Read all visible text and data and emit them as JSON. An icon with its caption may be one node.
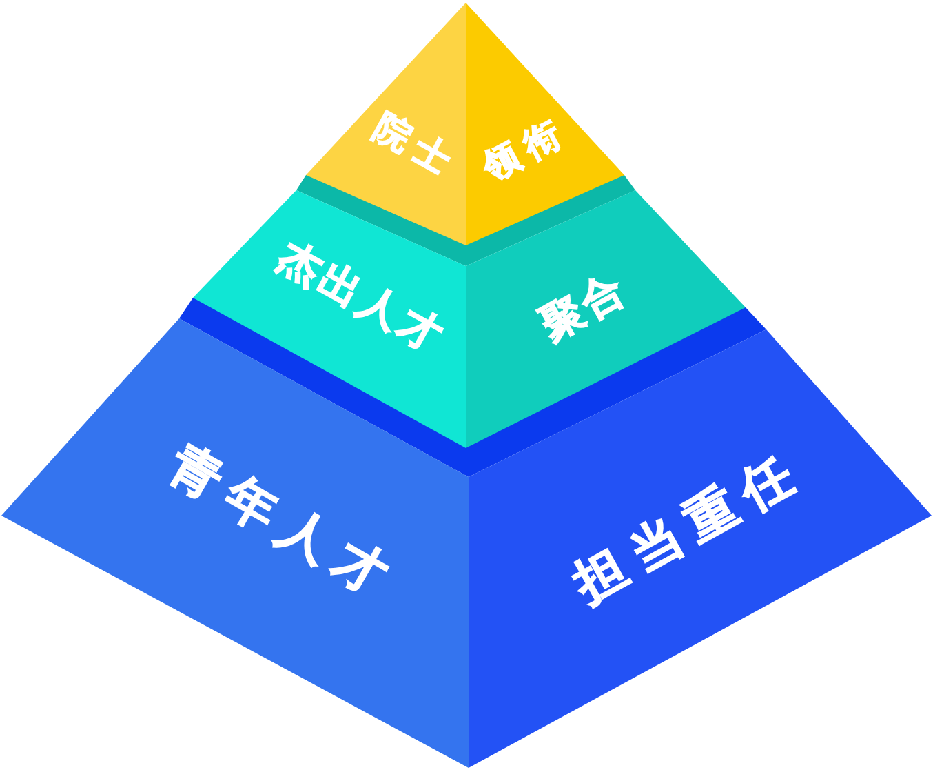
{
  "diagram": {
    "nodes": [
      {
        "text": [
          "院士",
          "领衔"
        ]
      },
      {
        "text": [
          "杰出人才",
          "聚合"
        ]
      },
      {
        "text": [
          "青年人才",
          "担当重任"
        ]
      }
    ]
  }
}
